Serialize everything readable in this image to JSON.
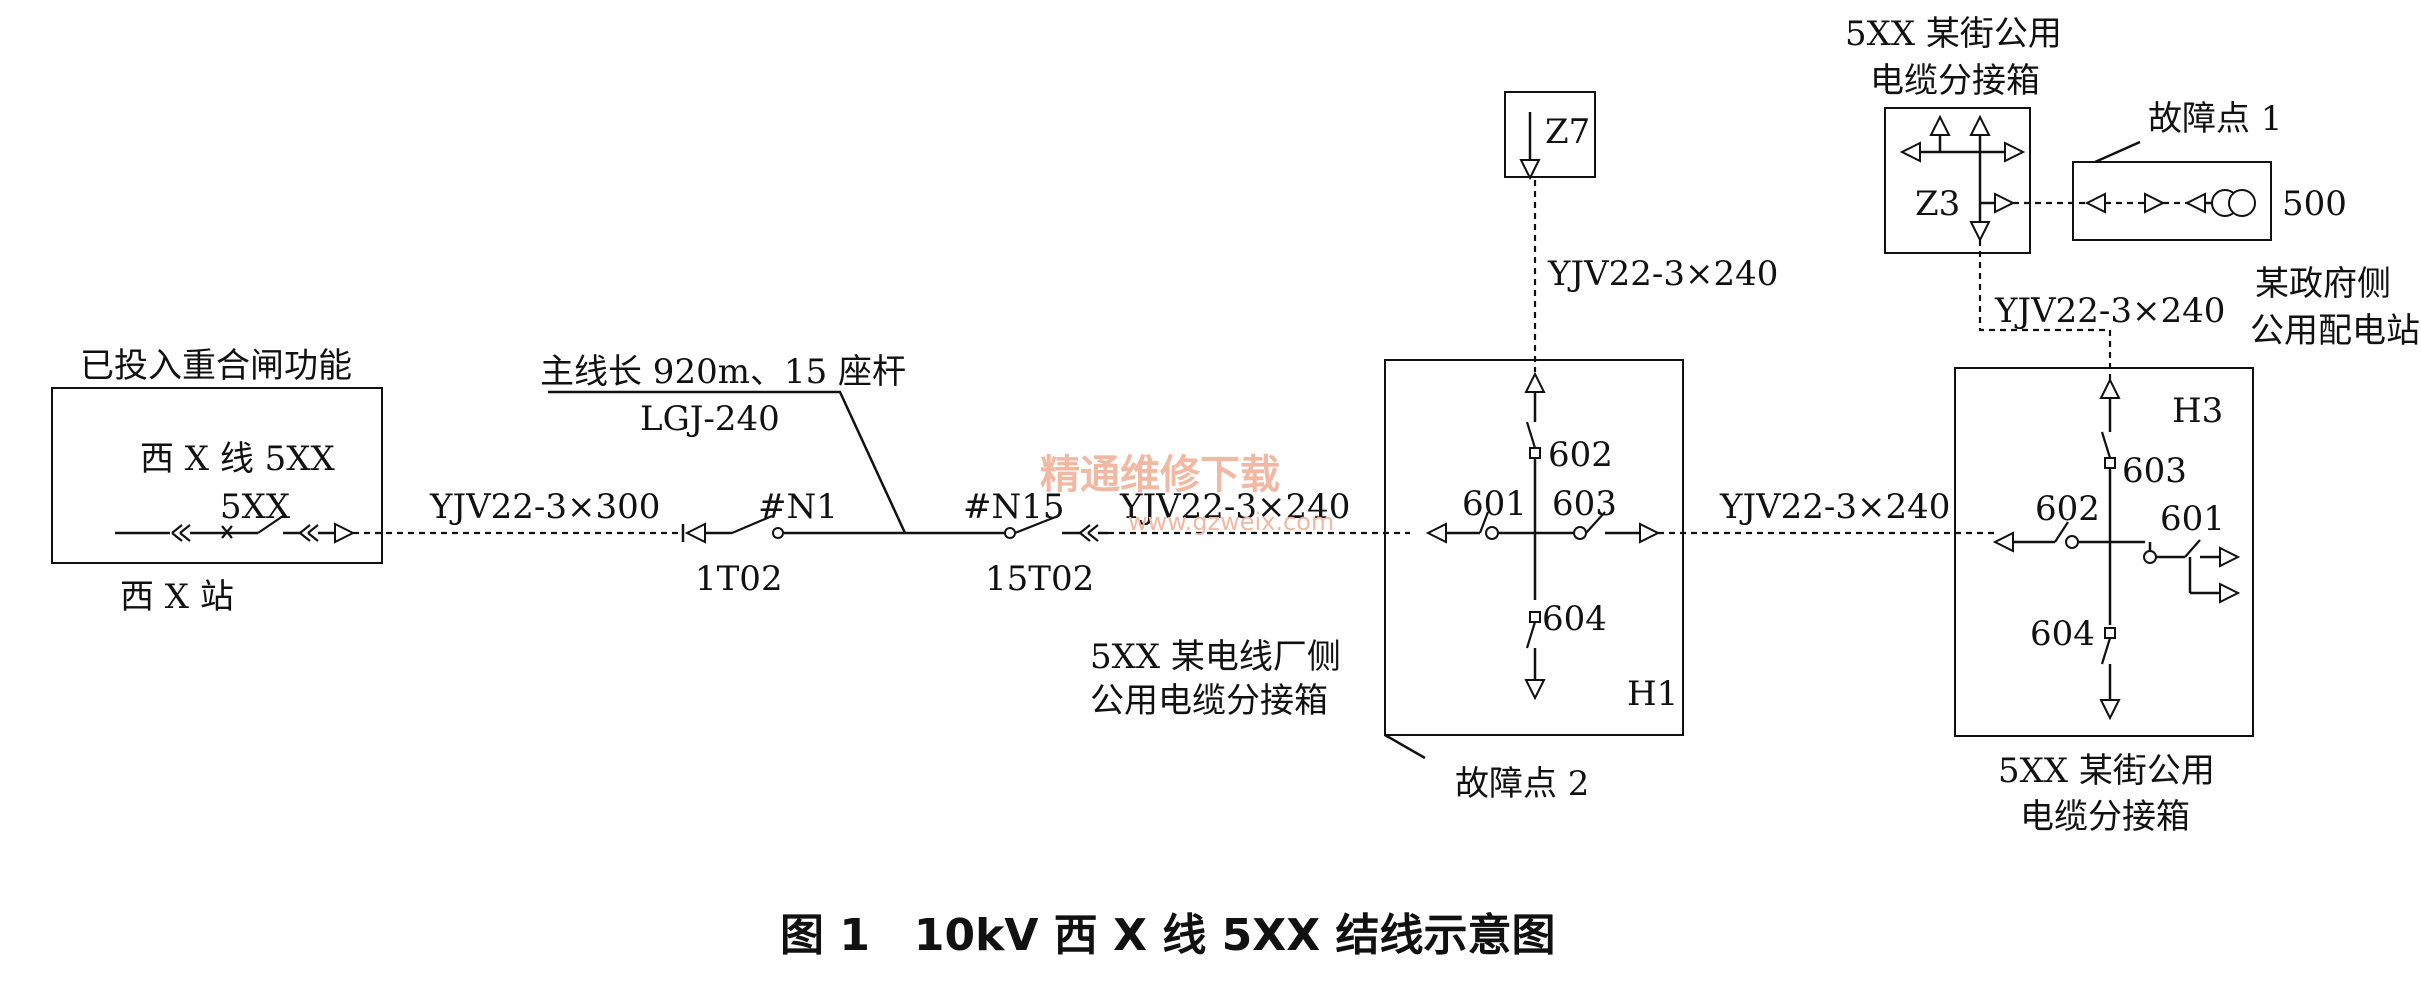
{
  "figure": {
    "caption": "图 1　10kV 西 X 线 5XX 结线示意图"
  },
  "station": {
    "header": "已投入重合闸功能",
    "line_name": "西 X 线 5XX",
    "breaker": "5XX",
    "name": "西 X 站"
  },
  "cables": {
    "station_out": "YJV22-3×300",
    "to_h1": "YJV22-3×240",
    "h1_to_z7": "YJV22-3×240",
    "h1_to_h3": "YJV22-3×240",
    "h3_to_z3": "YJV22-3×240"
  },
  "overhead": {
    "main_line": "主线长 920m、15 座杆",
    "conductor": "LGJ-240",
    "pole_first": "#N1",
    "pole_last": "#N15",
    "switch_first": "1T02",
    "switch_last": "15T02"
  },
  "h1": {
    "label": "H1",
    "desc_line1": "5XX 某电线厂侧",
    "desc_line2": "公用电缆分接箱",
    "sw_top": "602",
    "sw_left": "601",
    "sw_right": "603",
    "sw_bottom": "604",
    "fault": "故障点 2"
  },
  "z7": {
    "label": "Z7"
  },
  "h3": {
    "label": "H3",
    "desc_line1": "5XX 某街公用",
    "desc_line2": "电缆分接箱",
    "sw_top": "603",
    "sw_left": "602",
    "sw_right": "601",
    "sw_bottom": "604"
  },
  "z3": {
    "label": "Z3",
    "desc_line1": "5XX 某街公用",
    "desc_line2": "电缆分接箱"
  },
  "substation": {
    "fault": "故障点 1",
    "capacity": "500",
    "desc_line1": "某政府侧",
    "desc_line2": "公用配电站"
  },
  "watermark": {
    "text": "精通维修下载",
    "url": "www.gzweix.com"
  }
}
